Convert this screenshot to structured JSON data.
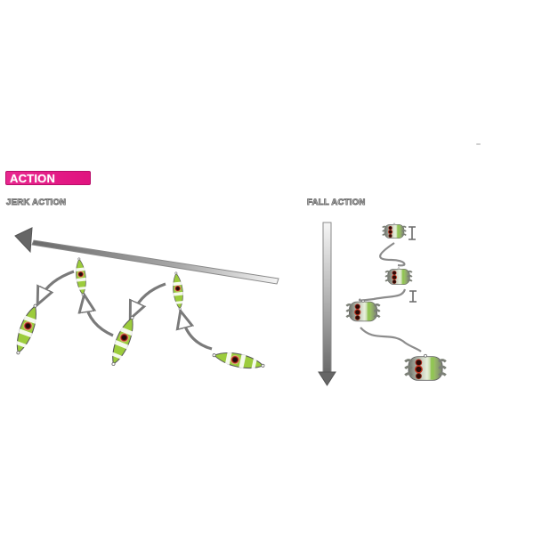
{
  "header": {
    "section_badge": "ACTION",
    "badge_color": "#e0137f"
  },
  "jerk_action": {
    "label": "JERK ACTION",
    "direction_arrow": "left-arrow",
    "lures": [
      {
        "position": "far-left",
        "orientation": "tilted"
      },
      {
        "position": "upper-left",
        "orientation": "vertical"
      },
      {
        "position": "lower-middle",
        "orientation": "tilted"
      },
      {
        "position": "upper-middle",
        "orientation": "vertical"
      },
      {
        "position": "right",
        "orientation": "horizontal"
      }
    ],
    "motion_arrows": 4
  },
  "fall_action": {
    "label": "FALL ACTION",
    "direction_arrow": "down-arrow",
    "lures": [
      {
        "position": "top",
        "size": "small"
      },
      {
        "position": "second",
        "size": "small"
      },
      {
        "position": "third",
        "size": "medium"
      },
      {
        "position": "bottom",
        "size": "large"
      }
    ],
    "measure_markers": 2
  },
  "colors": {
    "lure_green": "#9ccc3c",
    "lure_stripe": "#ffffff",
    "eye_red": "#b0261b",
    "arrow_gray": "#808080",
    "body_gray": "#9a9f95"
  }
}
